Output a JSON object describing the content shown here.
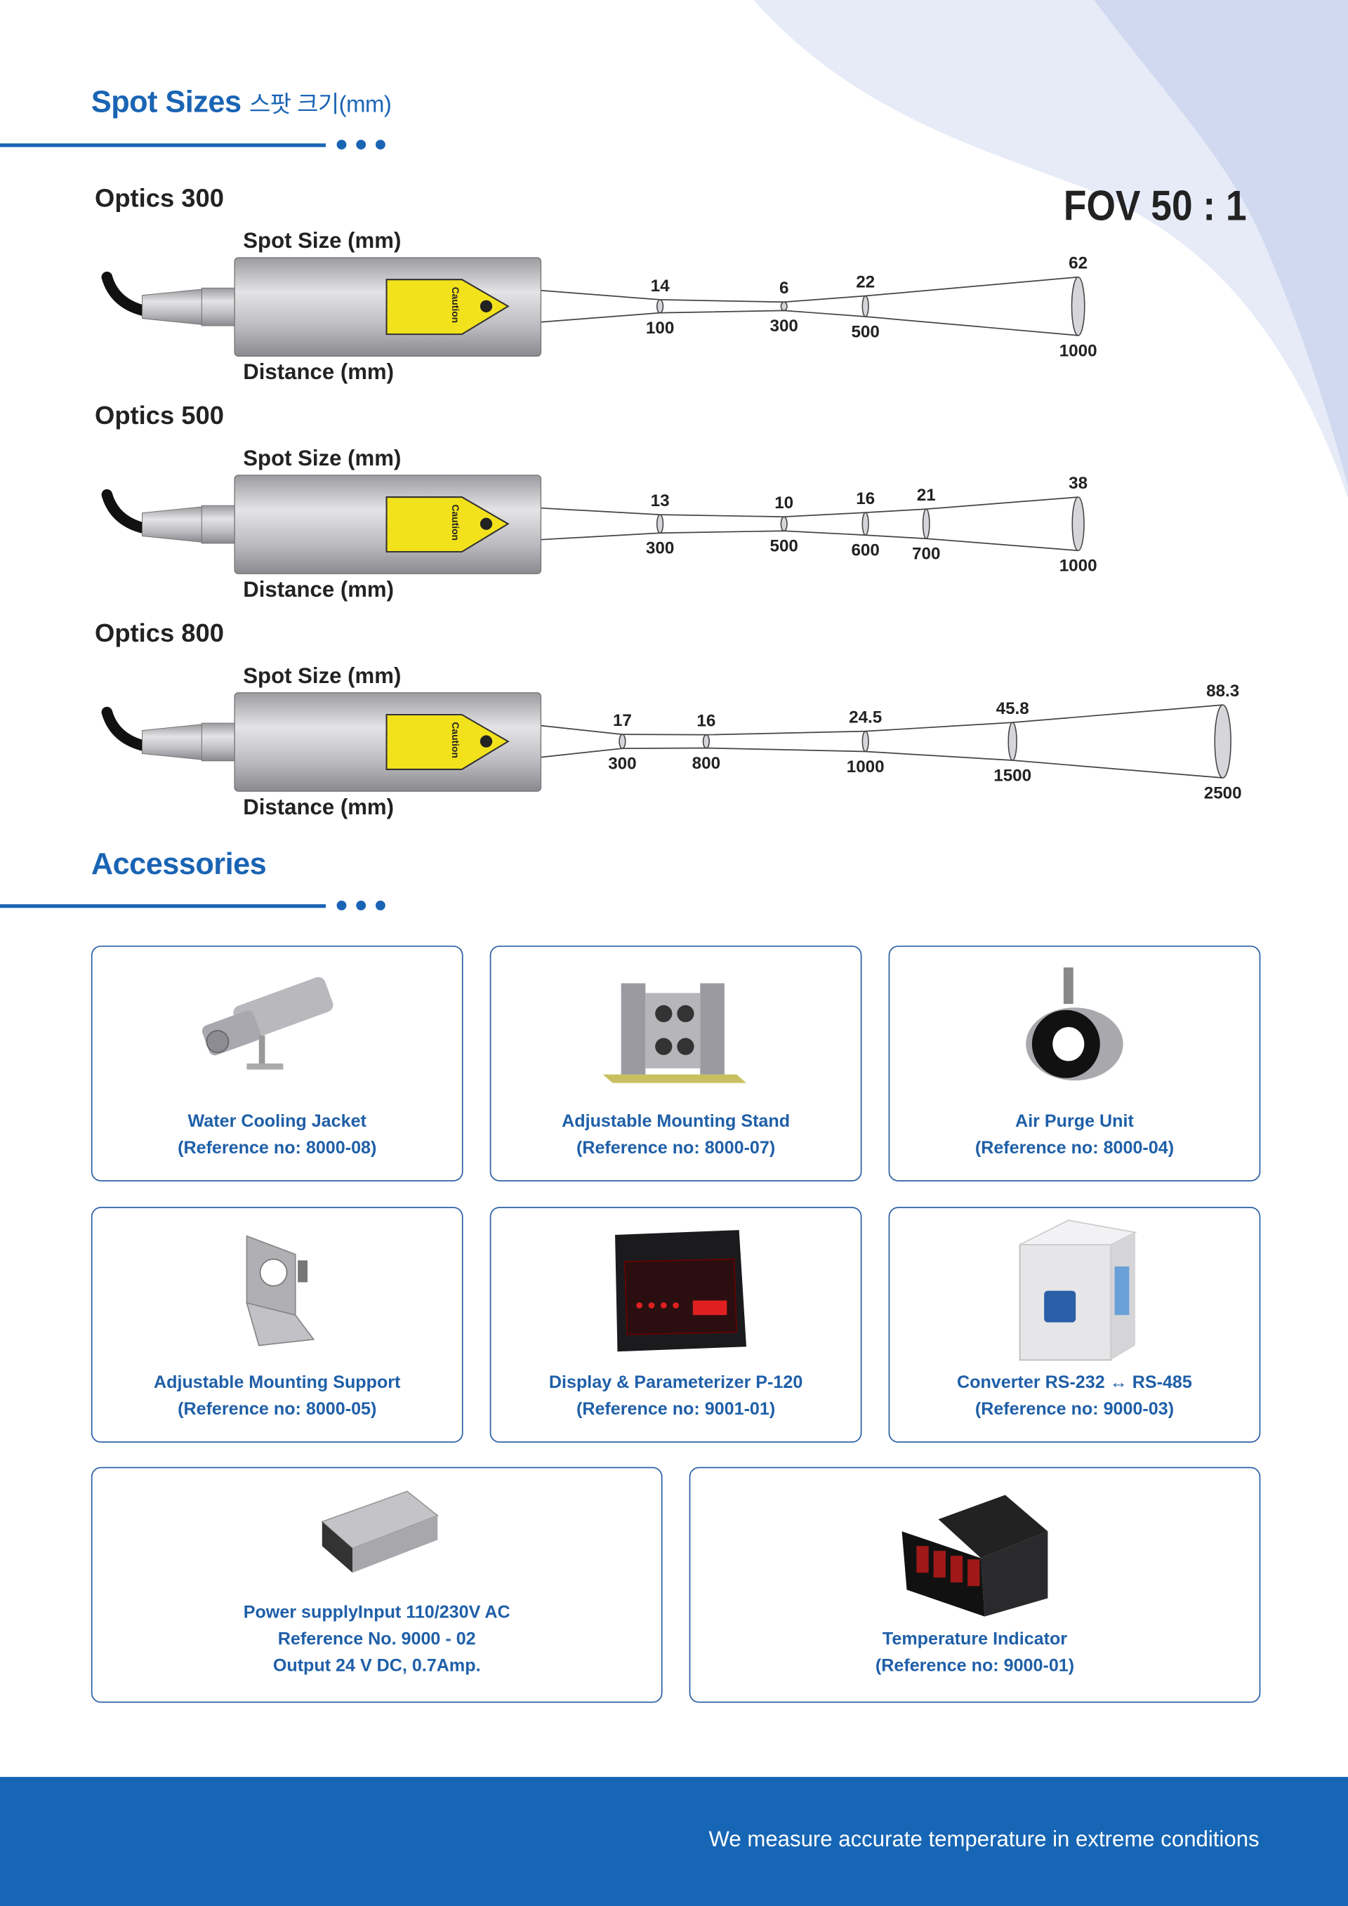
{
  "spot_sizes": {
    "title": "Spot Sizes",
    "title_ko": "스팟 크기(mm)",
    "fov": "FOV 50 : 1",
    "spot_label": "Spot Size (mm)",
    "distance_label": "Distance (mm)",
    "rows": [
      {
        "name": "Optics 300",
        "spots": [
          {
            "size": "14",
            "distance": "100"
          },
          {
            "size": "6",
            "distance": "300"
          },
          {
            "size": "22",
            "distance": "500"
          },
          {
            "size": "62",
            "distance": "1000"
          }
        ]
      },
      {
        "name": "Optics 500",
        "spots": [
          {
            "size": "13",
            "distance": "300"
          },
          {
            "size": "10",
            "distance": "500"
          },
          {
            "size": "16",
            "distance": "600"
          },
          {
            "size": "21",
            "distance": "700"
          },
          {
            "size": "38",
            "distance": "1000"
          }
        ]
      },
      {
        "name": "Optics 800",
        "spots": [
          {
            "size": "17",
            "distance": "300"
          },
          {
            "size": "16",
            "distance": "800"
          },
          {
            "size": "24.5",
            "distance": "1000"
          },
          {
            "size": "45.8",
            "distance": "1500"
          },
          {
            "size": "88.3",
            "distance": "2500"
          }
        ]
      }
    ],
    "caution_label": "Caution"
  },
  "accessories": {
    "title": "Accessories",
    "items": [
      {
        "line1": "Water Cooling Jacket",
        "line2": "(Reference no: 8000-08)"
      },
      {
        "line1": "Adjustable Mounting Stand",
        "line2": "(Reference no: 8000-07)"
      },
      {
        "line1": "Air Purge Unit",
        "line2": "(Reference no: 8000-04)"
      },
      {
        "line1": "Adjustable Mounting Support",
        "line2": "(Reference no: 8000-05)"
      },
      {
        "line1": "Display & Parameterizer P-120",
        "line2": "(Reference no: 9001-01)"
      },
      {
        "line1": "Converter RS-232 ↔ RS-485",
        "line2": "(Reference no: 9000-03)"
      },
      {
        "line1": "Power supplyInput 110/230V AC",
        "line2": "Reference No. 9000 - 02",
        "line3": "Output 24 V DC, 0.7Amp."
      },
      {
        "line1": "Temperature Indicator",
        "line2": "(Reference no: 9000-01)"
      }
    ]
  },
  "footer": {
    "tagline": "We measure accurate temperature in extreme conditions"
  },
  "colors": {
    "brand_blue": "#1a64b4",
    "footer_blue": "#1766b5",
    "card_border": "#2d62a8"
  }
}
